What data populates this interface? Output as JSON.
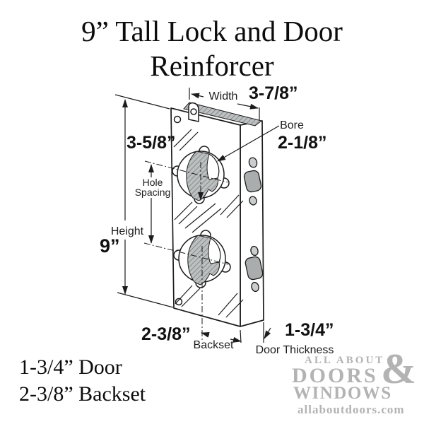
{
  "title": {
    "line1": "9” Tall Lock and Door",
    "line2": "Reinforcer"
  },
  "diagram": {
    "labels": {
      "width": "Width",
      "bore": "Bore",
      "hole_spacing_1": "Hole",
      "hole_spacing_2": "Spacing",
      "height": "Height",
      "backset": "Backset",
      "door_thickness": "Door Thickness"
    },
    "values": {
      "width": "3-7/8”",
      "bore": "2-1/8”",
      "top_to_bore": "3-5/8”",
      "height": "9”",
      "backset": "2-3/8”",
      "door_thickness": "1-3/4”"
    }
  },
  "specs": {
    "door": "1-3/4” Door",
    "backset": "2-3/8” Backset"
  },
  "logo": {
    "top": "ALL ABOUT",
    "ampersand": "&",
    "middle": "DOORS",
    "bottom": "WINDOWS",
    "website": "allaboutdoors.com"
  },
  "colors": {
    "ink": "#1c1c1c",
    "logo_gray": "#b3b3b3",
    "hatch_fill": "#bcc0c0",
    "hatch_line": "#6f7474",
    "cutout_gray": "#a9adad",
    "background": "#ffffff"
  }
}
